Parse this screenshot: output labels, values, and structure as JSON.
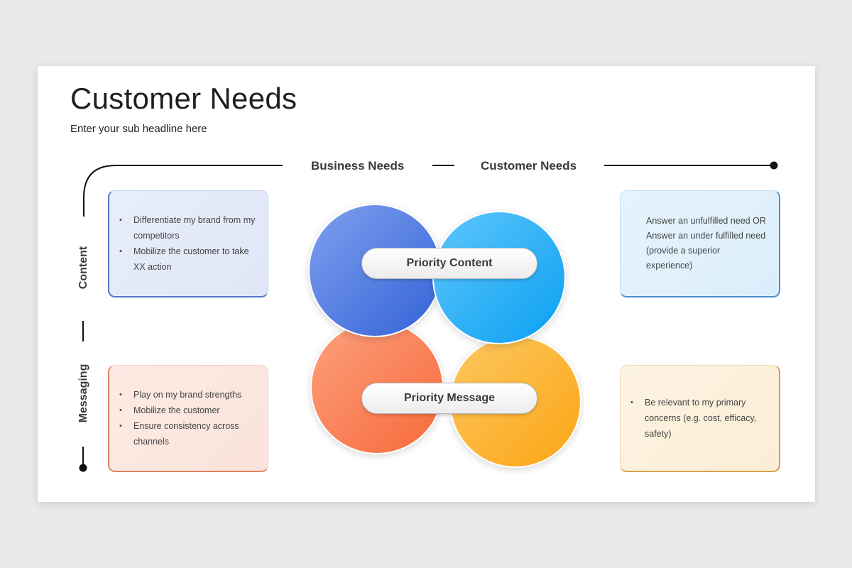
{
  "title": "Customer Needs",
  "subtitle": "Enter your sub headline here",
  "columns": {
    "left": "Business Needs",
    "right": "Customer Needs"
  },
  "rows": {
    "top": "Content",
    "bottom": "Messaging"
  },
  "center": {
    "top_label": "Priority Content",
    "bottom_label": "Priority Message"
  },
  "boxes": {
    "business_content": {
      "bullets": [
        "Differentiate my brand from my competitors",
        "Mobilize the customer to take XX action"
      ]
    },
    "business_messaging": {
      "bullets": [
        "Play on my brand strengths",
        "Mobilize the customer",
        "Ensure consistency  across channels"
      ]
    },
    "customer_content": {
      "lines": [
        "Answer an unfulfilled need OR",
        "Answer an under fulfilled need",
        "(provide a superior experience)"
      ]
    },
    "customer_messaging": {
      "bullets": [
        "Be relevant to my primary concerns (e.g. cost, efficacy, safety)"
      ]
    }
  },
  "colors": {
    "blue_circle": "#4a73dd",
    "cyan_circle": "#1aa6f5",
    "orange_circle": "#f9764a",
    "yellow_circle": "#fbad25"
  }
}
